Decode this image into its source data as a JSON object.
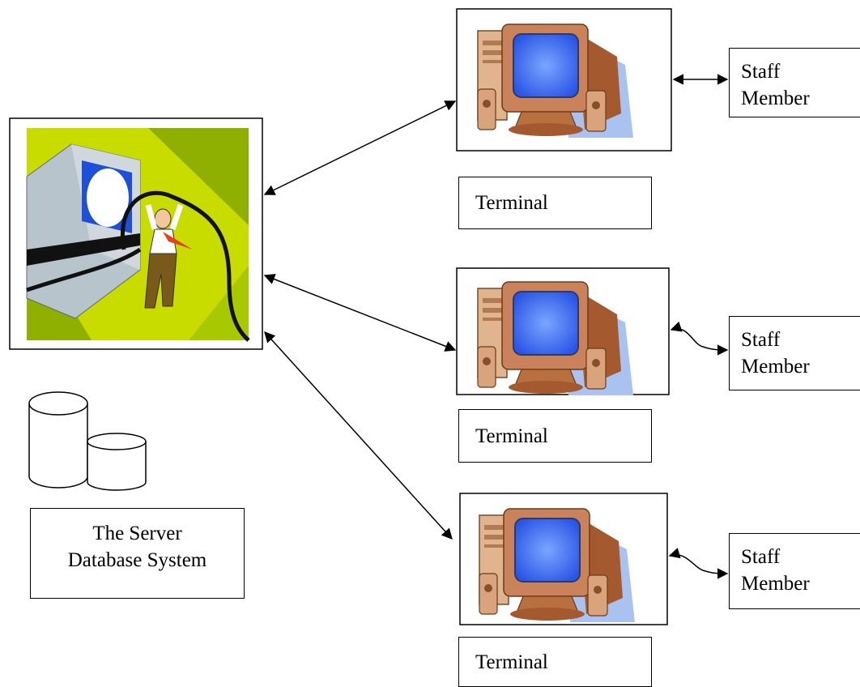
{
  "server": {
    "label_line1": "The Server",
    "label_line2": "Database System"
  },
  "terminals": [
    {
      "label": "Terminal",
      "staff_line1": "Staff",
      "staff_line2": "Member"
    },
    {
      "label": "Terminal",
      "staff_line1": "Staff",
      "staff_line2": "Member"
    },
    {
      "label": "Terminal",
      "staff_line1": "Staff",
      "staff_line2": "Member"
    }
  ],
  "icons": {
    "server_clipart": "server-clipart-icon",
    "database": "database-cylinders-icon",
    "terminal": "computer-terminal-icon"
  },
  "colors": {
    "server_bg": "#c8dc00",
    "server_leaf": "#8fb000",
    "monitor_body": "#c9825a",
    "screen": "#3a6cff",
    "shadow": "#a9c2f0"
  }
}
